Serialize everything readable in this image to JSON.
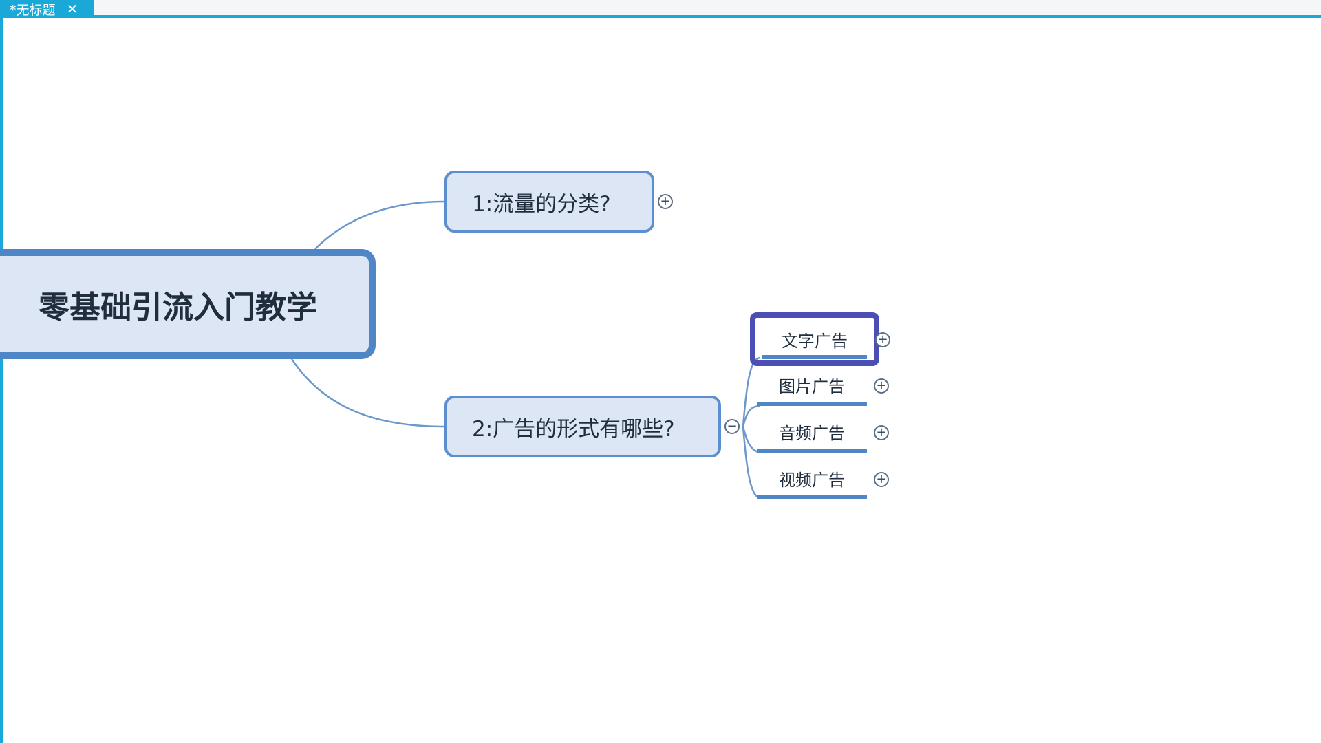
{
  "tabbar": {
    "tab_title": "*无标题",
    "close_glyph": "✕"
  },
  "mindmap": {
    "root": {
      "label": "零基础引流入门教学"
    },
    "topics": [
      {
        "label": "1:流量的分类?",
        "toggle": "+"
      },
      {
        "label": "2:广告的形式有哪些?",
        "toggle": "−"
      }
    ],
    "subtopics": [
      {
        "label": "文字广告",
        "toggle": "+"
      },
      {
        "label": "图片广告",
        "toggle": "+"
      },
      {
        "label": "音频广告",
        "toggle": "+"
      },
      {
        "label": "视频广告",
        "toggle": "+"
      }
    ]
  },
  "colors": {
    "accent": "#19a8d8",
    "node_fill": "#dce6f4",
    "node_border": "#4f86c6",
    "selection": "#4b4fb3",
    "connector": "#6b98c9"
  }
}
